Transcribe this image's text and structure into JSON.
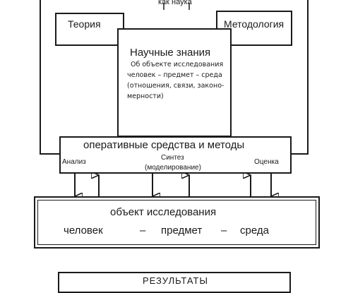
{
  "header": {
    "science_caption": "как наука"
  },
  "theory": {
    "label": "Теория"
  },
  "methodology": {
    "label": "Методология"
  },
  "knowledge": {
    "title": "Научные знания",
    "lines": [
      "Об объекте исследования",
      "человек – предмет – среда",
      "(отношения, связи, законо-",
      "мерности)"
    ]
  },
  "methods": {
    "title": "оперативные средства и методы",
    "analysis": "Анализ",
    "synthesis_1": "Синтез",
    "synthesis_2": "(моделирование)",
    "evaluation": "Оценка"
  },
  "research_object": {
    "title": "объект исследования",
    "words": [
      "человек",
      "–",
      "предмет",
      "–",
      "среда"
    ]
  },
  "results": {
    "title": "РЕЗУЛЬТАТЫ"
  }
}
